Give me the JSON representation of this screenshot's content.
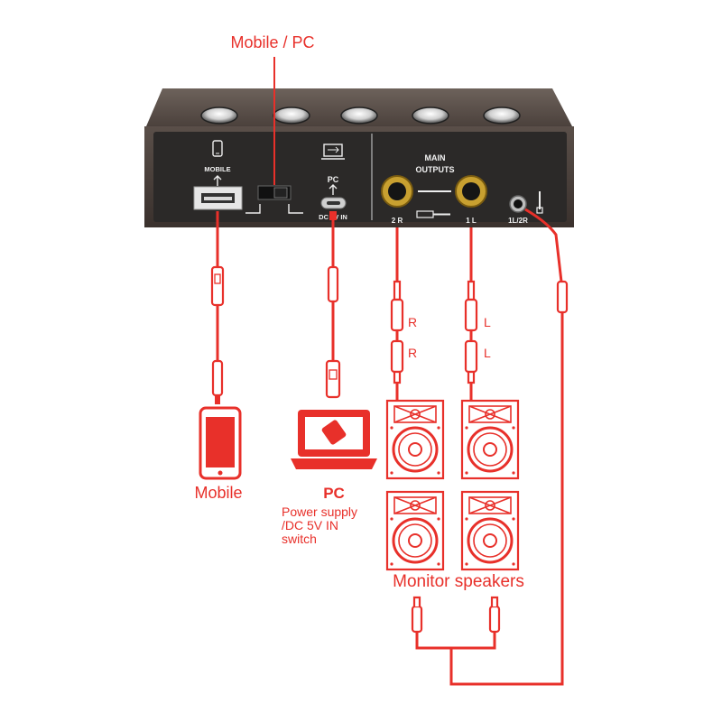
{
  "callout": {
    "mobile_pc": "Mobile / PC"
  },
  "panel": {
    "mobile_label": "MOBILE",
    "pc_label": "PC",
    "dc_label": "DC 5V IN",
    "main_outputs_line1": "MAIN",
    "main_outputs_line2": "OUTPUTS",
    "out_right": "2 R",
    "out_left": "1 L",
    "headphone": "1L/2R"
  },
  "devices": {
    "mobile": "Mobile",
    "pc": "PC",
    "pc_note_1": "Power supply",
    "pc_note_2": "/DC 5V IN",
    "pc_note_3": "switch"
  },
  "cables": {
    "right_top": "R",
    "right_bottom": "R",
    "left_top": "L",
    "left_bottom": "L"
  },
  "speakers": {
    "label": "Monitor speakers"
  },
  "colors": {
    "accent": "#e8302a",
    "device_body": "#4a403b",
    "panel": "#2c2a2a",
    "jack_gold": "#c8a030"
  }
}
